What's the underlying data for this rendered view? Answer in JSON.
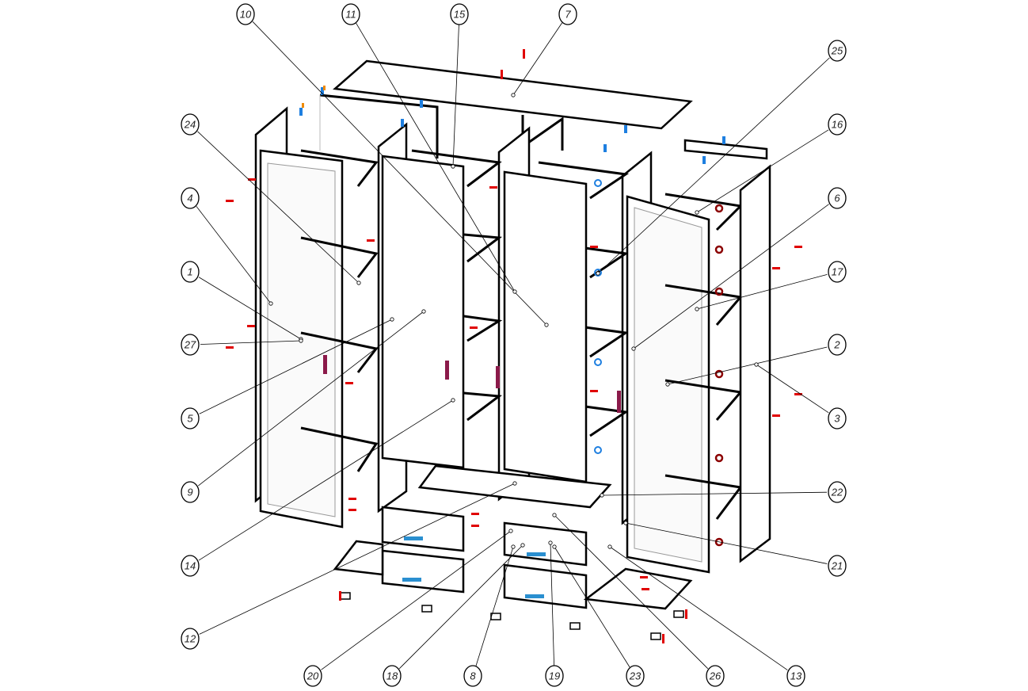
{
  "diagram": {
    "type": "exploded-assembly",
    "callouts": [
      {
        "label": "10"
      },
      {
        "label": "11"
      },
      {
        "label": "15"
      },
      {
        "label": "7"
      },
      {
        "label": "25"
      },
      {
        "label": "16"
      },
      {
        "label": "6"
      },
      {
        "label": "17"
      },
      {
        "label": "2"
      },
      {
        "label": "3"
      },
      {
        "label": "22"
      },
      {
        "label": "21"
      },
      {
        "label": "24"
      },
      {
        "label": "4"
      },
      {
        "label": "1"
      },
      {
        "label": "27"
      },
      {
        "label": "5"
      },
      {
        "label": "9"
      },
      {
        "label": "14"
      },
      {
        "label": "12"
      },
      {
        "label": "20"
      },
      {
        "label": "18"
      },
      {
        "label": "8"
      },
      {
        "label": "19"
      },
      {
        "label": "23"
      },
      {
        "label": "26"
      },
      {
        "label": "13"
      }
    ],
    "colors": {
      "line": "#000000",
      "hidden_line": "#bbbbbb",
      "dowel": "#e00000",
      "handle": "#8b1a4a",
      "connector": "#1e7fe0",
      "drawer_handle": "#2a8fd0",
      "hinge": "#8b0000"
    }
  }
}
